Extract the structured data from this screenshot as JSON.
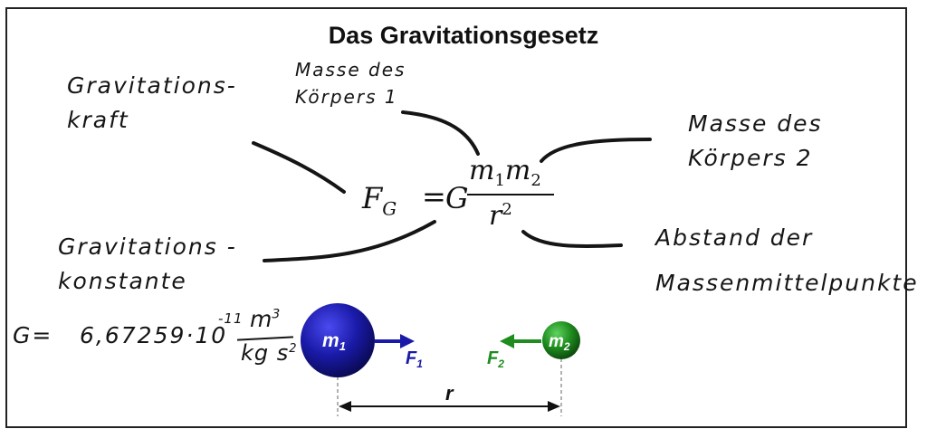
{
  "title": "Das Gravitationsgesetz",
  "annotations": {
    "gravitational_force": [
      "Gravitations-",
      "kraft"
    ],
    "mass_body_1": [
      "Masse des",
      "Körpers 1"
    ],
    "mass_body_2": [
      "Masse des",
      "Körpers 2"
    ],
    "gravitational_constant": [
      "Gravitations -",
      "konstante"
    ],
    "distance": [
      "Abstand der",
      "Massenmittelpunkte"
    ]
  },
  "formula": {
    "lhs": "F",
    "lhs_sub": "G",
    "equals": "=",
    "constant": "G",
    "numerator_m1": "m",
    "numerator_m1_sub": "1",
    "numerator_m2": "m",
    "numerator_m2_sub": "2",
    "denominator": "r",
    "denominator_sup": "2"
  },
  "constant_value": {
    "lhs": "G=",
    "value": "6,67259·10",
    "exponent": "-11",
    "unit_numerator": "m",
    "unit_numerator_sup": "3",
    "unit_denominator": "kg s",
    "unit_denominator_sup": "2"
  },
  "diagram": {
    "mass1_label": "m",
    "mass1_sub": "1",
    "mass2_label": "m",
    "mass2_sub": "2",
    "force1_label": "F",
    "force1_sub": "1",
    "force2_label": "F",
    "force2_sub": "2",
    "distance_label": "r",
    "colors": {
      "mass1": "#1a1aa8",
      "mass2": "#1e8c1e",
      "arrow1": "#1a1aa8",
      "arrow2": "#1e8c1e",
      "ink": "#151515"
    }
  }
}
